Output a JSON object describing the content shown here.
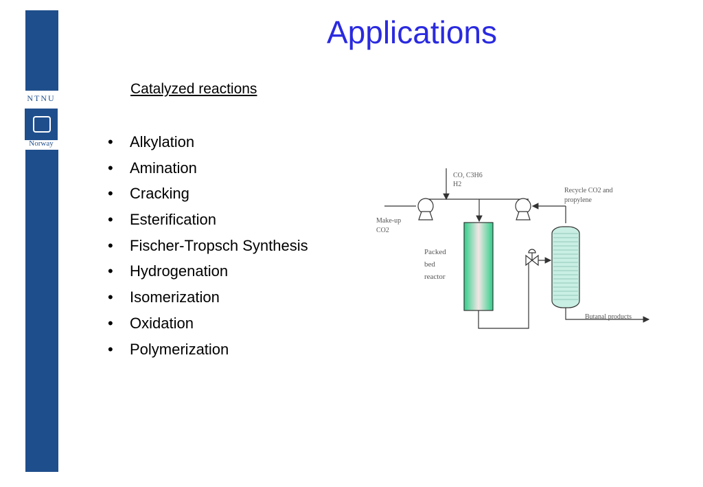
{
  "slide": {
    "title": "Applications",
    "subheading": "Catalyzed  reactions",
    "bullets": [
      "Alkylation",
      "Amination",
      "Cracking",
      "Esterification",
      "Fischer-Tropsch Synthesis",
      "Hydrogenation",
      "Isomerization",
      "Oxidation",
      "Polymerization"
    ]
  },
  "logo": {
    "top_text": "NTNU",
    "bottom_text": "Norway"
  },
  "diagram": {
    "feed_label_line1": "CO, C3H6",
    "feed_label_line2": "H2",
    "makeup_line1": "Make-up",
    "makeup_line2": "CO2",
    "recycle_line1": "Recycle CO2 and",
    "recycle_line2": "propylene",
    "reactor_line1": "Packed",
    "reactor_line2": "bed",
    "reactor_line3": "reactor",
    "product_label": "Butanal products",
    "colors": {
      "reactor": "#2fcf8a",
      "column": "#c9eee3",
      "line": "#333333"
    }
  }
}
